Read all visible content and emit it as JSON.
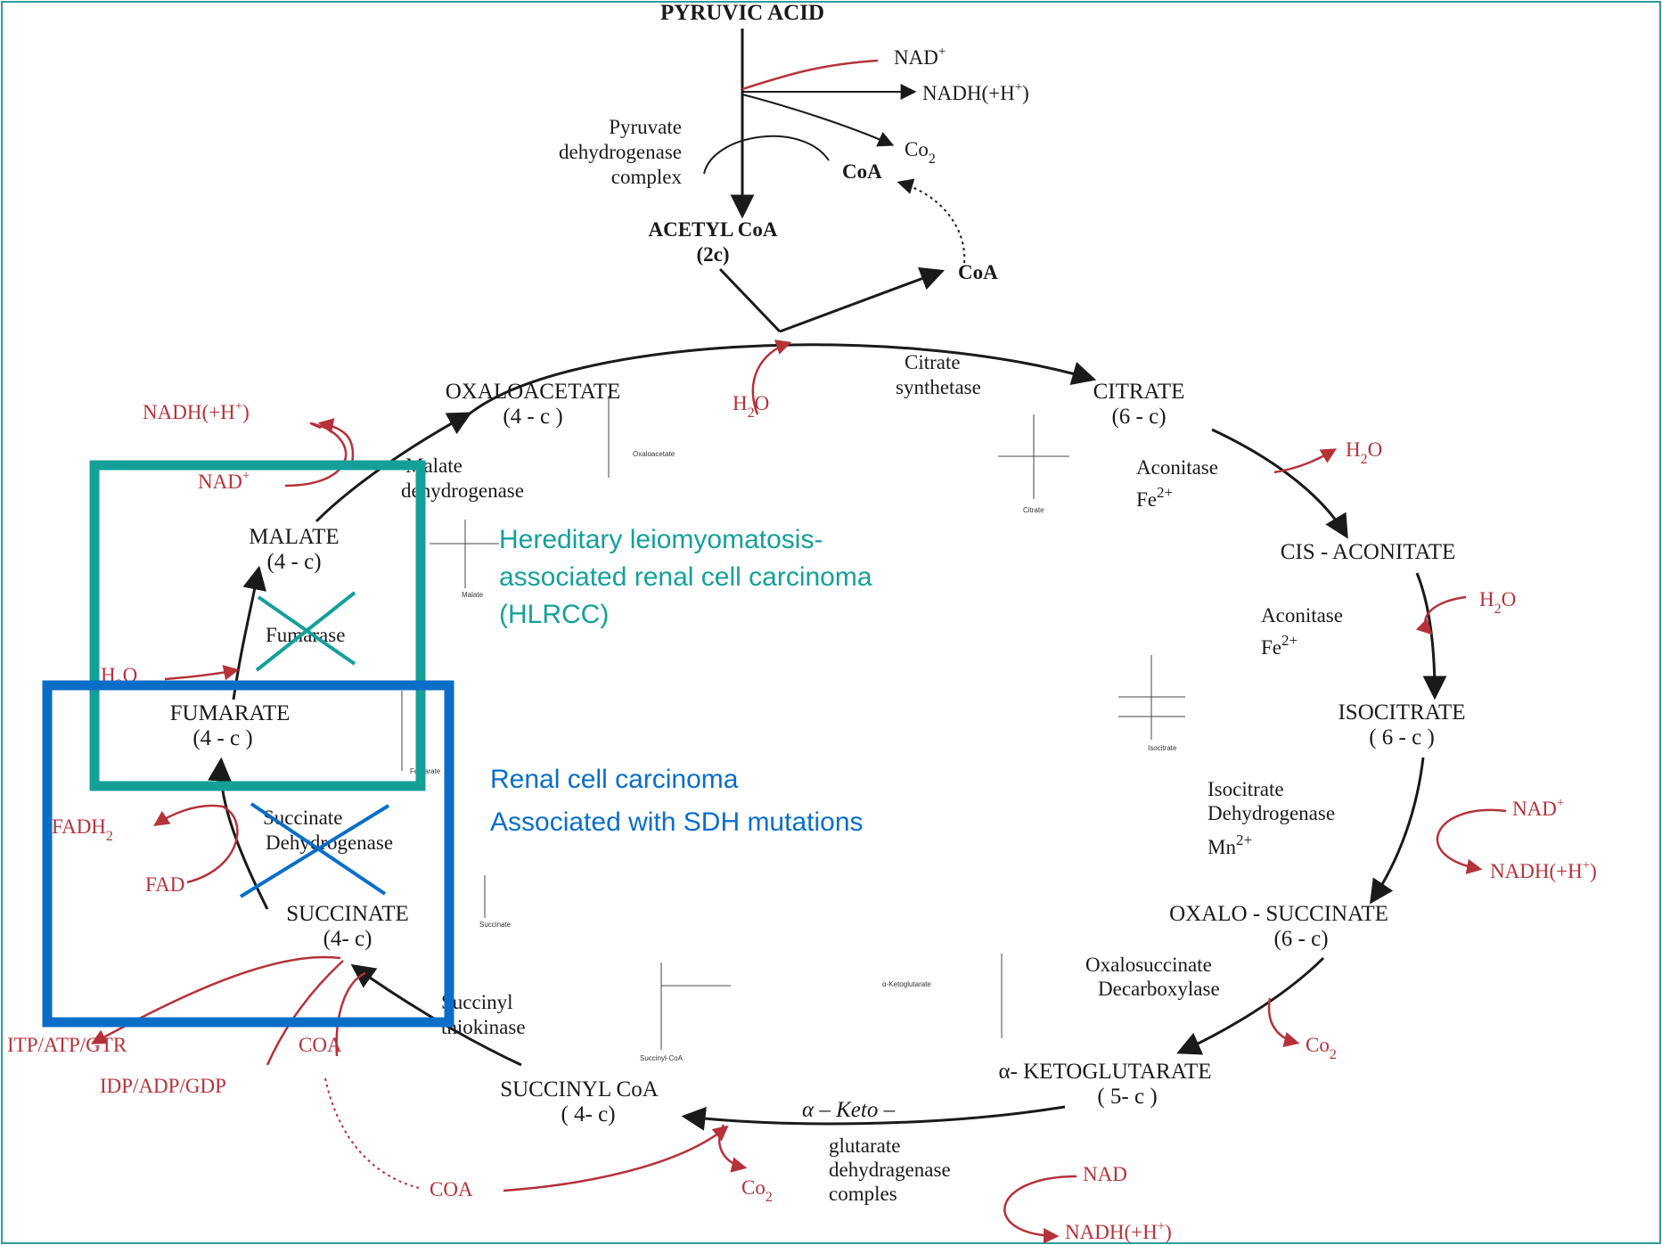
{
  "colors": {
    "teal": "#14a099",
    "blue": "#0a6ec8",
    "ink": "#1a1a1a",
    "red": "#b5323a",
    "frame": "#2a9e9a"
  },
  "metabolites": {
    "pyruvic_acid": "PYRUVIC ACID",
    "acetyl_coa": "ACETYL CoA",
    "acetyl_coa_c": "(2c)",
    "oxaloacetate": "OXALOACETATE",
    "oxaloacetate_c": "(4 - c )",
    "citrate": "CITRATE",
    "citrate_c": "(6 - c)",
    "cis_aconitate": "CIS - ACONITATE",
    "isocitrate": "ISOCITRATE",
    "isocitrate_c": "( 6 - c )",
    "oxalosuccinate": "OXALO - SUCCINATE",
    "oxalosuccinate_c": "(6 - c)",
    "ketoglutarate": "α- KETOGLUTARATE",
    "ketoglutarate_c": "( 5- c )",
    "succinyl_coa": "SUCCINYL CoA",
    "succinyl_coa_c": "( 4- c)",
    "succinate": "SUCCINATE",
    "succinate_c": "(4- c)",
    "fumarate": "FUMARATE",
    "fumarate_c": "(4 - c )",
    "malate": "MALATE",
    "malate_c": "(4 - c)"
  },
  "enzymes": {
    "pdh_1": "Pyruvate",
    "pdh_2": "dehydrogenase",
    "pdh_3": "complex",
    "citrate_synthetase_1": "Citrate",
    "citrate_synthetase_2": "synthetase",
    "aconitase_a": "Aconitase",
    "fe_a": "Fe",
    "aconitase_b": "Aconitase",
    "fe_b": "Fe",
    "fe_charge": "2+",
    "icdh_1": "Isocitrate",
    "icdh_2": "Dehydrogenase",
    "mn": "Mn",
    "mn_charge": "2+",
    "oxdc_1": "Oxalosuccinate",
    "oxdc_2": "Decarboxylase",
    "kgdh_1": "α – Keto –",
    "kgdh_2": "glutarate",
    "kgdh_3": "dehydragenase",
    "kgdh_4": "comples",
    "sthk_1": "Succinyl",
    "sthk_2": "thiokinase",
    "sdh_1": "Succinate",
    "sdh_2": "Dehydrogenase",
    "fumarase": "Fumarase",
    "mdh_1": "Malate",
    "mdh_2": "dehydrogenase"
  },
  "cofactors": {
    "nad_plus": "NAD",
    "plus": "+",
    "nadh": "NADH(+H",
    "nadh_close": ")",
    "co2": "Co",
    "two": "2",
    "coa": "CoA",
    "h2o": "H",
    "h2o_o": "O",
    "fadh2": "FADH",
    "fad": "FAD",
    "itp": "ITP/ATP/GTR",
    "idp": "IDP/ADP/GDP",
    "coa_caps": "COA",
    "nad": "NAD"
  },
  "structures": {
    "oxaloacetate": "Oxaloacetate",
    "citrate": "Citrate",
    "isocitrate": "Isocitrate",
    "ketoglutarate": "α-Ketoglutarate",
    "succinyl_coa": "Succinyl-CoA",
    "succinate": "Succinate",
    "fumarate": "Fumarate",
    "malate": "Malate"
  },
  "annotations": {
    "hlrcc_1": "Hereditary leiomyomatosis-",
    "hlrcc_2": "associated renal cell carcinoma",
    "hlrcc_3": "(HLRCC)",
    "sdh_1": "Renal cell carcinoma",
    "sdh_2": "Associated with SDH mutations"
  }
}
